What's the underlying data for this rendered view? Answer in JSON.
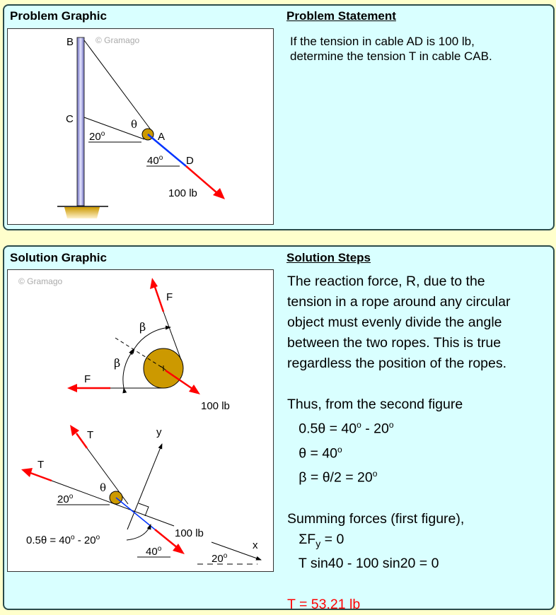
{
  "problem": {
    "graphic_title": "Problem Graphic",
    "statement_title": "Problem Statement",
    "statement_lines": [
      "If the tension in cable AD is 100 lb,",
      "determine the tension T in cable CAB."
    ],
    "watermark": "© Gramago",
    "labels": {
      "B": "B",
      "C": "C",
      "A": "A",
      "D": "D",
      "theta": "θ",
      "angle_ca": "20",
      "angle_ad": "40",
      "deg": "o",
      "force": "100 lb"
    }
  },
  "solution": {
    "graphic_title": "Solution Graphic",
    "steps_title": "Solution Steps",
    "watermark": "© Gramago",
    "fig1": {
      "F_top": "F",
      "F_left": "F",
      "beta1": "β",
      "beta2": "β",
      "force": "100 lb"
    },
    "fig2": {
      "T_top": "T",
      "T_left": "T",
      "y": "y",
      "x": "x",
      "theta": "θ",
      "angle_left": "20",
      "angle_40": "40",
      "angle_x": "20",
      "deg": "o",
      "force": "100 lb",
      "eq": "0.5θ = 40",
      "eq_mid": " - 20"
    },
    "steps": [
      "The reaction force, R, due to the",
      "tension in a rope around any circular",
      "object must evenly divide the angle",
      "between the two ropes. This is true",
      "regardless the position of the ropes.",
      "",
      "Thus, from the second figure"
    ],
    "eq1": {
      "a": "   0.5θ = 40",
      "b": " - 20"
    },
    "eq2": {
      "a": "   θ = 40"
    },
    "eq3": {
      "a": "   β = θ/2 = 20"
    },
    "sum_title": "Summing forces (first figure),",
    "sum_eq1": {
      "a": "   ΣF",
      "sub": "y",
      "b": " = 0"
    },
    "sum_eq2": "   T sin40 - 100 sin20 = 0",
    "answer": "T = 53.21 lb",
    "deg": "o"
  },
  "colors": {
    "panel": "#d9ffff",
    "background": "#ffffcc",
    "force": "#ff0000",
    "cable": "#0033ff",
    "pulley": "#cc9900"
  }
}
